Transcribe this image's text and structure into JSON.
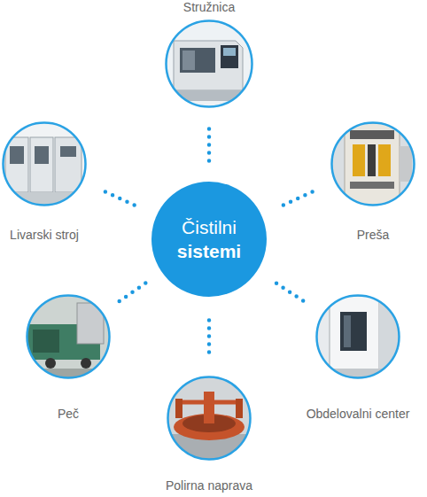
{
  "diagram": {
    "nodes": [
      {
        "text": [
          "Čistilni",
          "sistemi"
        ]
      },
      {
        "text": [
          "Stružnica"
        ]
      },
      {
        "text": [
          "Preša"
        ]
      },
      {
        "text": [
          "Obdelovalni center"
        ]
      },
      {
        "text": [
          "Polirna naprava"
        ]
      },
      {
        "text": [
          "Peč"
        ]
      },
      {
        "text": [
          "Livarski stroj"
        ]
      }
    ],
    "edges": [
      {
        "from": 0,
        "to": 1,
        "arrow": "none"
      },
      {
        "from": 0,
        "to": 2,
        "arrow": "none"
      },
      {
        "from": 0,
        "to": 3,
        "arrow": "none"
      },
      {
        "from": 0,
        "to": 4,
        "arrow": "none"
      },
      {
        "from": 0,
        "to": 5,
        "arrow": "none"
      },
      {
        "from": 0,
        "to": 6,
        "arrow": "none"
      }
    ]
  }
}
